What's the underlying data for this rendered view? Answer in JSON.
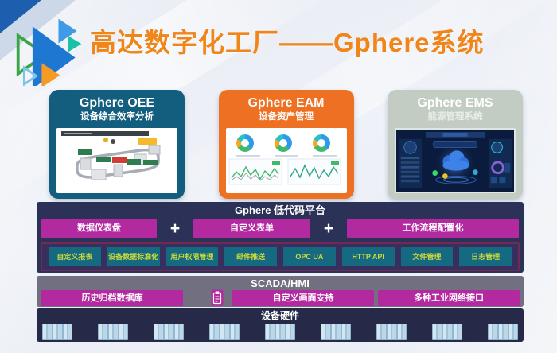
{
  "title": "高达数字化工厂——Gphere系统",
  "cards": [
    {
      "name": "Gphere OEE",
      "subtitle": "设备综合效率分析"
    },
    {
      "name": "Gphere EAM",
      "subtitle": "设备资产管理"
    },
    {
      "name": "Gphere EMS",
      "subtitle": "能源管理系统"
    }
  ],
  "platform": {
    "title": "Gphere 低代码平台",
    "plus_label": "+",
    "modules": [
      "数据仪表盘",
      "自定义表单",
      "工作流程配置化"
    ],
    "features": [
      "自定义报表",
      "设备数据标准化",
      "用户权限管理",
      "邮件推送",
      "OPC UA",
      "HTTP API",
      "文件管理",
      "日志管理"
    ]
  },
  "scada": {
    "title": "SCADA/HMI",
    "items": [
      "历史归档数据库",
      "自定义画面支持",
      "多种工业网络接口"
    ]
  },
  "hardware": {
    "title": "设备硬件"
  },
  "icons": {
    "logo": "triangles-logo-icon",
    "clipboard": "clipboard-icon"
  },
  "colors": {
    "title_orange": "#f08519",
    "card_oee_teal": "#135e7e",
    "card_eam_orange": "#ee7023",
    "card_ems_sage": "#c2ccc3",
    "panel_navy": "#2c3157",
    "module_magenta": "#b32aa0",
    "feature_teal": "#156a81",
    "feature_text_yellow": "#cdd93b",
    "scada_gray": "#716f80",
    "hardware_navy": "#262a48"
  }
}
